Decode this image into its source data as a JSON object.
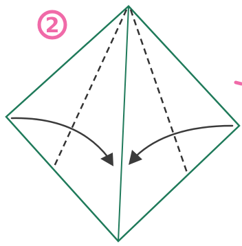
{
  "diagram": {
    "step_number": "2",
    "colors": {
      "paper_outline": "#1f7a5a",
      "center_crease": "#1f7a5a",
      "dashed_fold_lines": "#333333",
      "arrows": "#3b3b3b",
      "step_badge": "#f06aa8",
      "edge_mark": "#f06aa8"
    },
    "elements": [
      {
        "name": "paper-outline",
        "kind": "square rotated as diamond"
      },
      {
        "name": "center-crease",
        "kind": "vertical crease line"
      },
      {
        "name": "left-fold-line",
        "kind": "dashed valley fold line"
      },
      {
        "name": "right-fold-line",
        "kind": "dashed valley fold line"
      },
      {
        "name": "left-fold-arrow",
        "kind": "curved arrow pointing right"
      },
      {
        "name": "right-fold-arrow",
        "kind": "curved arrow pointing left"
      }
    ]
  }
}
